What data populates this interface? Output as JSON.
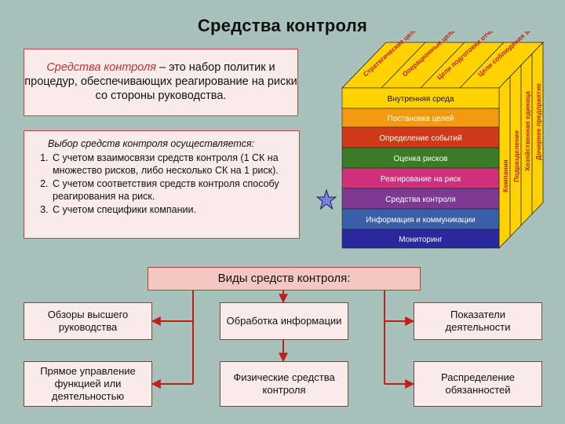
{
  "title": "Средства контроля",
  "definition": {
    "term": "Средства контроля",
    "rest": " – это набор политик и процедур, обеспечивающих реагирование на риски со стороны руководства."
  },
  "selection": {
    "heading": "Выбор средств контроля осуществляется:",
    "items": [
      "С учетом взаимосвязи средств контроля (1 СК на множество рисков, либо несколько СК на 1 риск).",
      "С учетом соответствия средств контроля способу реагирования на риск.",
      "С учетом специфики компании."
    ]
  },
  "cube": {
    "front_layers": [
      {
        "label": "Внутренняя среда",
        "color": "#ffd200"
      },
      {
        "label": "Постановка целей",
        "color": "#f49a10"
      },
      {
        "label": "Определение событий",
        "color": "#ce3a17"
      },
      {
        "label": "Оценка рисков",
        "color": "#3a7b25"
      },
      {
        "label": "Реагирование на риск",
        "color": "#cf3079"
      },
      {
        "label": "Средства контроля",
        "color": "#7e3a92"
      },
      {
        "label": "Информация и коммуникации",
        "color": "#3a5fa8"
      },
      {
        "label": "Мониторинг",
        "color": "#29289c"
      }
    ],
    "top_columns": [
      "Стратегические цели",
      "Операционные цели",
      "Цели подготовки отчетности",
      "Цели соблюдения законодательства"
    ],
    "side_columns": [
      "Компания",
      "Подразделение",
      "Хозяйственная единица",
      "Дочернее предприятие"
    ],
    "top_color": "#ffd200",
    "side_color": "#ffd200"
  },
  "types": {
    "header": "Виды средств контроля:",
    "items": [
      "Обзоры высшего руководства",
      "Обработка информации",
      "Показатели деятельности",
      "Прямое управление функцией или деятельностью",
      "Физические средства контроля",
      "Распределение обязанностей"
    ]
  },
  "colors": {
    "connector": "#c0201b",
    "star": "#7a7ee0"
  }
}
